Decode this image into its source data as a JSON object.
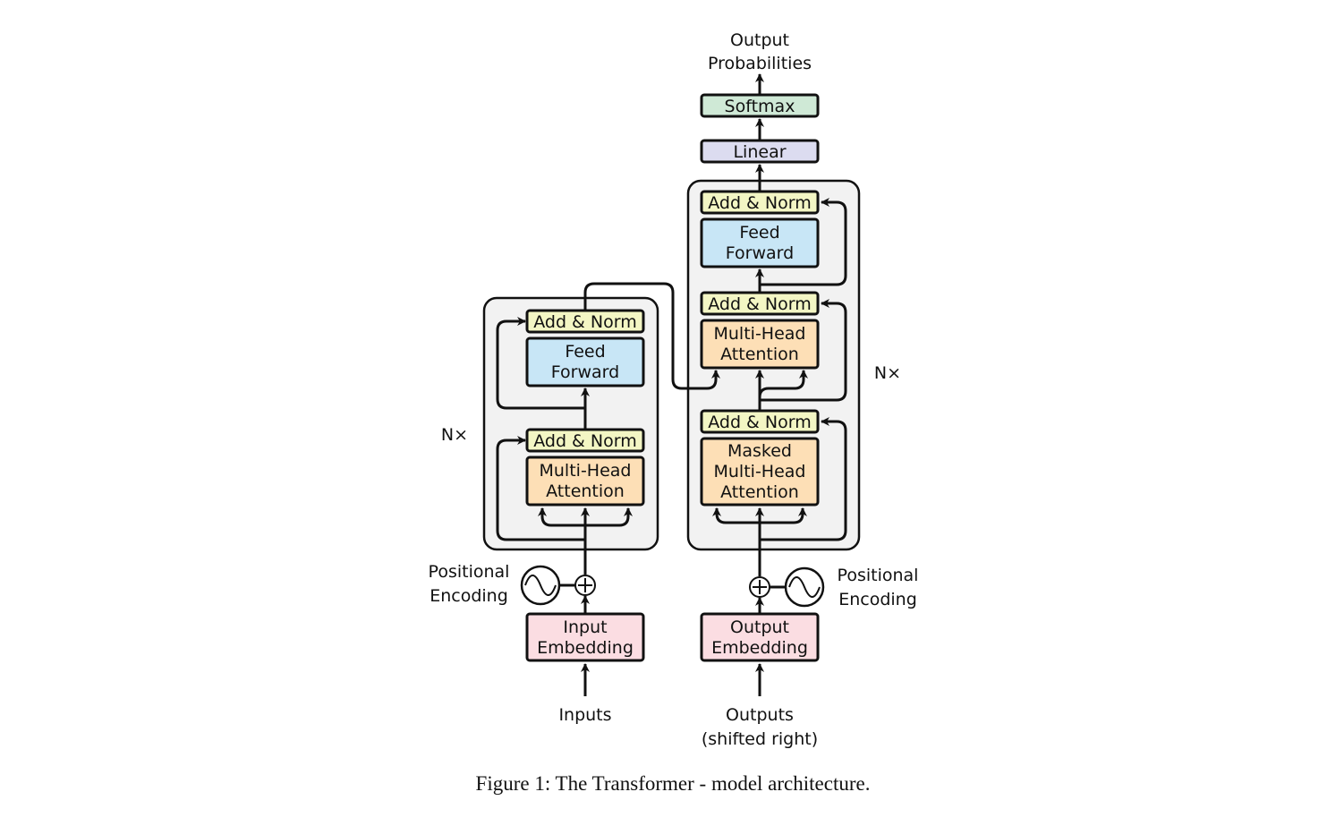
{
  "caption": "Figure 1: The Transformer - model architecture.",
  "colors": {
    "add_norm": "#f3f6c4",
    "feed_forward": "#c8e6f6",
    "attention": "#fddfb6",
    "embedding": "#fbdde2",
    "linear": "#dcdcf0",
    "softmax": "#cfe9d6",
    "block_background": "#f2f2f2"
  },
  "encoder": {
    "repeat": "N×",
    "add_norm_top": "Add & Norm",
    "feed_forward": [
      "Feed",
      "Forward"
    ],
    "add_norm_bottom": "Add & Norm",
    "attention": [
      "Multi-Head",
      "Attention"
    ],
    "positional_encoding": [
      "Positional",
      "Encoding"
    ],
    "embedding": [
      "Input",
      "Embedding"
    ],
    "input": "Inputs"
  },
  "decoder": {
    "repeat": "N×",
    "add_norm_top": "Add & Norm",
    "feed_forward": [
      "Feed",
      "Forward"
    ],
    "add_norm_mid": "Add & Norm",
    "cross_attention": [
      "Multi-Head",
      "Attention"
    ],
    "add_norm_bottom": "Add & Norm",
    "masked_attention": [
      "Masked",
      "Multi-Head",
      "Attention"
    ],
    "positional_encoding": [
      "Positional",
      "Encoding"
    ],
    "embedding": [
      "Output",
      "Embedding"
    ],
    "input": [
      "Outputs",
      "(shifted right)"
    ]
  },
  "head": {
    "linear": "Linear",
    "softmax": "Softmax",
    "output": [
      "Output",
      "Probabilities"
    ]
  }
}
